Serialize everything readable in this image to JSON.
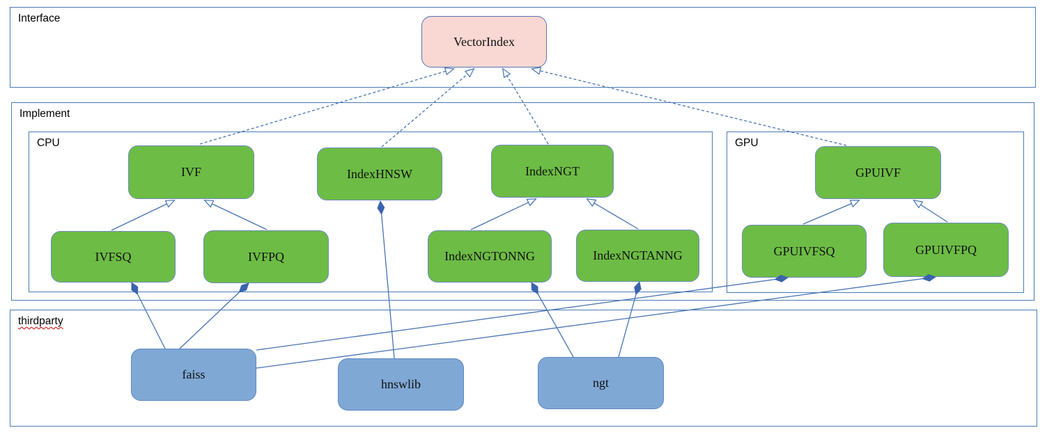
{
  "diagram": {
    "containers": {
      "interface": "Interface",
      "implement": "Implement",
      "cpu": "CPU",
      "gpu": "GPU",
      "thirdparty": "thirdparty"
    },
    "nodes": {
      "vectorindex": "VectorIndex",
      "ivf": "IVF",
      "indexhnsw": "IndexHNSW",
      "indexngt": "IndexNGT",
      "ivfsq": "IVFSQ",
      "ivfpq": "IVFPQ",
      "indexngtonng": "IndexNGTONNG",
      "indexngtanng": "IndexNGTANNG",
      "gpuivf": "GPUIVF",
      "gpuivfsq": "GPUIVFSQ",
      "gpuivfpq": "GPUIVFPQ",
      "faiss": "faiss",
      "hnswlib": "hnswlib",
      "ngt": "ngt"
    },
    "edges": [
      {
        "from": "IVF",
        "to": "VectorIndex",
        "type": "realization-dashed"
      },
      {
        "from": "IndexHNSW",
        "to": "VectorIndex",
        "type": "realization-dashed"
      },
      {
        "from": "IndexNGT",
        "to": "VectorIndex",
        "type": "realization-dashed"
      },
      {
        "from": "GPUIVF",
        "to": "VectorIndex",
        "type": "realization-dashed"
      },
      {
        "from": "IVFSQ",
        "to": "IVF",
        "type": "generalization"
      },
      {
        "from": "IVFPQ",
        "to": "IVF",
        "type": "generalization"
      },
      {
        "from": "IndexNGTONNG",
        "to": "IndexNGT",
        "type": "generalization"
      },
      {
        "from": "IndexNGTANNG",
        "to": "IndexNGT",
        "type": "generalization"
      },
      {
        "from": "GPUIVFSQ",
        "to": "GPUIVF",
        "type": "generalization"
      },
      {
        "from": "GPUIVFPQ",
        "to": "GPUIVF",
        "type": "generalization"
      },
      {
        "from": "faiss",
        "to": "IVFSQ",
        "type": "composition-diamond"
      },
      {
        "from": "faiss",
        "to": "IVFPQ",
        "type": "composition-diamond"
      },
      {
        "from": "hnswlib",
        "to": "IndexHNSW",
        "type": "composition-diamond"
      },
      {
        "from": "ngt",
        "to": "IndexNGTONNG",
        "type": "composition-diamond"
      },
      {
        "from": "ngt",
        "to": "IndexNGTANNG",
        "type": "composition-diamond"
      },
      {
        "from": "faiss",
        "to": "GPUIVFSQ",
        "type": "composition-diamond"
      },
      {
        "from": "faiss",
        "to": "GPUIVFPQ",
        "type": "composition-diamond"
      }
    ],
    "colors": {
      "interface_node_fill": "#f9d8d4",
      "implement_node_fill": "#6dbc45",
      "thirdparty_node_fill": "#7fa8d5",
      "container_border": "#4a7ab2",
      "edge_line": "#4673b4",
      "composition_diamond": "#3a64ad",
      "spellcheck_underline": "#cc0000"
    }
  }
}
